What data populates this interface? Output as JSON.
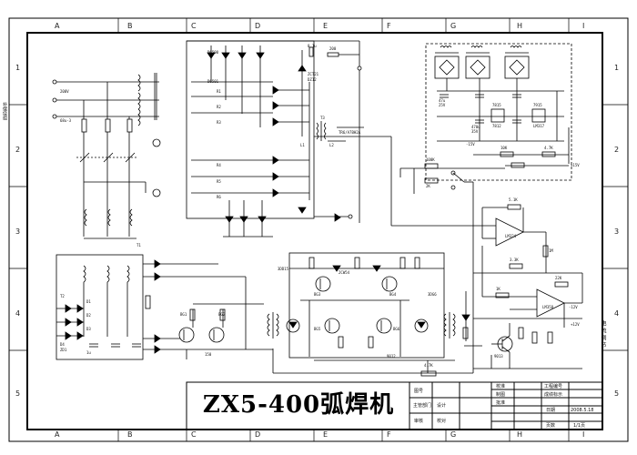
{
  "title_block": {
    "drawing_title": "ZX5-400弧焊机",
    "cells": {
      "tu_hao": "图号",
      "zhu_guan": "主管部门",
      "she_ji": "设计",
      "shen_he": "审核",
      "jiao_dui": "校对",
      "jiao_zhun": "校准",
      "zhi_tu": "制图",
      "pi_zhun": "批准",
      "gong_cheng_bian_hao": "工程编号",
      "cheng_ji_biao_shi": "成绩标示",
      "ri_qi_label": "日期",
      "ri_qi_value": "2008.5.18",
      "ye_shu_label": "页数",
      "ye_shu_value": "1/1页"
    }
  },
  "border": {
    "columns": [
      "A",
      "B",
      "C",
      "D",
      "E",
      "F",
      "G",
      "H",
      "I"
    ],
    "rows": [
      "1",
      "2",
      "3",
      "4",
      "5"
    ]
  },
  "side_label": "补偿绕组",
  "vertical_note": "电流调节",
  "components": {
    "diodes_top": [
      "D6500",
      "D6501"
    ],
    "c1": "0.1u",
    "r_top": "200",
    "d_bridge": "ZCT21",
    "dz": "DZ12",
    "r_nodes": [
      "R1",
      "R2",
      "R3",
      "R4",
      "R5",
      "R6"
    ],
    "transformer_t3": "T3",
    "scr_label": "TR6/A7BH2A",
    "l1": "L1",
    "l2": "L2",
    "t1": "T1",
    "l_left": "200V",
    "cap_left": "68u-3",
    "opamps": [
      "LM324",
      "LM358"
    ],
    "r_feedback": [
      "5.1K",
      "4.7K",
      "10K",
      "100K",
      "2K",
      "1K",
      "3.3K",
      "22K",
      "1M"
    ],
    "supply": [
      "+15V",
      "-15V",
      "+12V",
      "-12V"
    ],
    "caps_ps": [
      "47u",
      "25V",
      "470u",
      "35V"
    ],
    "reg": [
      "7815",
      "7915",
      "LM317",
      "7812"
    ],
    "bottom_left": [
      "T2",
      "D1",
      "D2",
      "D3",
      "D4",
      "ZD1",
      "1u",
      "150"
    ],
    "pulse": [
      "BG1",
      "BG2",
      "BG3",
      "BG4",
      "BG5",
      "BG6"
    ],
    "transistors": [
      "3DD15",
      "3DG6",
      "9013",
      "9012"
    ],
    "resistor_main": "4.7K",
    "diode_zener": "2CW54"
  }
}
